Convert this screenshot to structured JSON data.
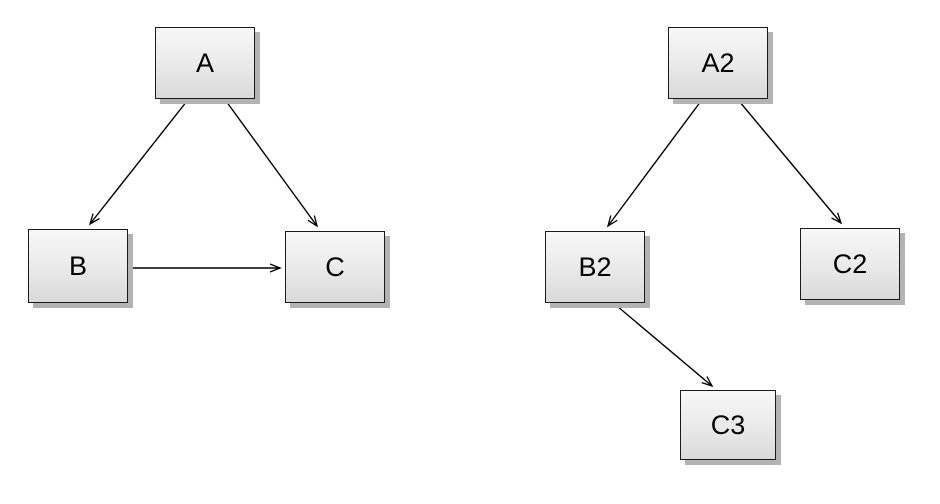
{
  "diagram": {
    "description": "Two directed graphs drawn with shaded rectangular nodes and open-arrowhead edges",
    "colors": {
      "node_fill_top": "#f7f7f7",
      "node_fill_bottom": "#d9d9d9",
      "node_border": "#1a1a1a",
      "node_shadow": "#b3b3b3",
      "edge": "#000000",
      "background": "#ffffff"
    },
    "graphs": [
      {
        "name": "left-graph",
        "nodes": [
          {
            "id": "A",
            "label": "A"
          },
          {
            "id": "B",
            "label": "B"
          },
          {
            "id": "C",
            "label": "C"
          }
        ],
        "edges": [
          {
            "from": "A",
            "to": "B"
          },
          {
            "from": "A",
            "to": "C"
          },
          {
            "from": "B",
            "to": "C"
          }
        ]
      },
      {
        "name": "right-graph",
        "nodes": [
          {
            "id": "A2",
            "label": "A2"
          },
          {
            "id": "B2",
            "label": "B2"
          },
          {
            "id": "C2",
            "label": "C2"
          },
          {
            "id": "C3",
            "label": "C3"
          }
        ],
        "edges": [
          {
            "from": "A2",
            "to": "B2"
          },
          {
            "from": "A2",
            "to": "C2"
          },
          {
            "from": "B2",
            "to": "C3"
          }
        ]
      }
    ]
  }
}
